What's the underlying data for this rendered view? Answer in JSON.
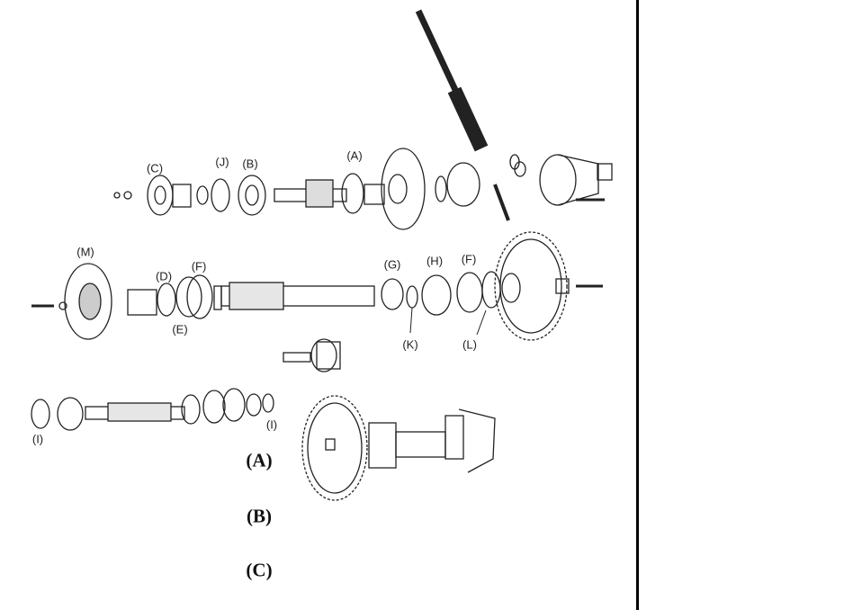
{
  "diagram": {
    "part_labels": {
      "c_top": "(C)",
      "j": "(J)",
      "b_top": "(B)",
      "a_top": "(A)",
      "m": "(M)",
      "d": "(D)",
      "f_left": "(F)",
      "e": "(E)",
      "g": "(G)",
      "h": "(H)",
      "f_right": "(F)",
      "k": "(K)",
      "l": "(L)",
      "i_left": "(I)",
      "i_right": "(I)"
    },
    "options": [
      "(A)",
      "(B)",
      "(C)"
    ]
  }
}
